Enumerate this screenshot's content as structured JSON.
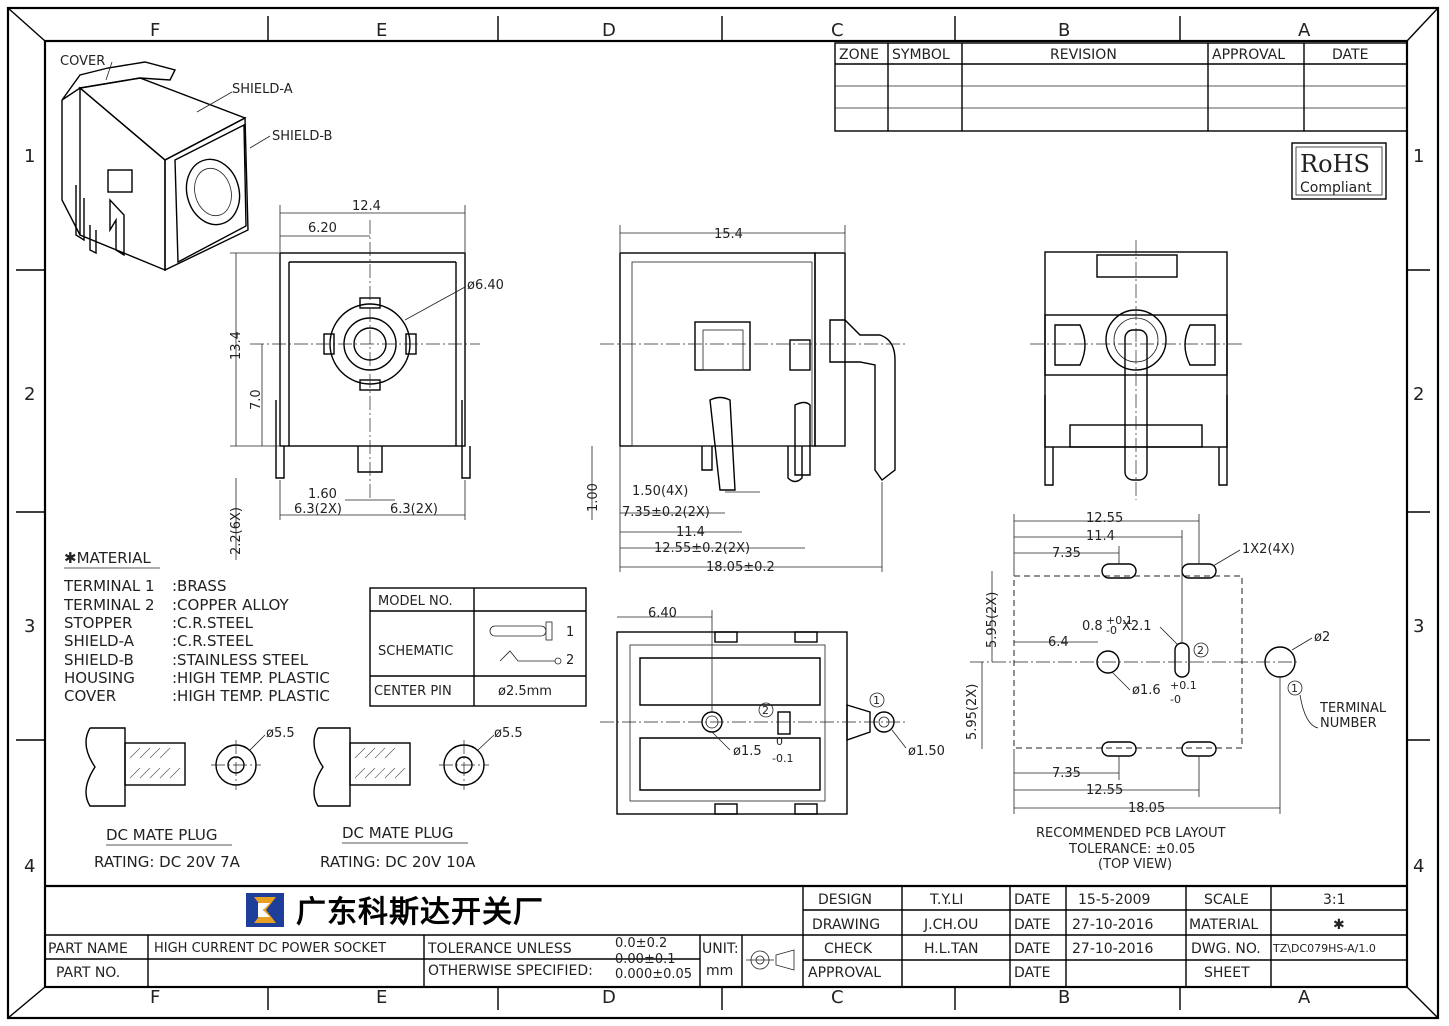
{
  "zones": {
    "cols": [
      "F",
      "E",
      "D",
      "C",
      "B",
      "A"
    ],
    "rows": [
      "1",
      "2",
      "3",
      "4"
    ]
  },
  "revision_table": {
    "headers": [
      "ZONE",
      "SYMBOL",
      "REVISION",
      "APPROVAL",
      "DATE"
    ]
  },
  "rohs": {
    "line1": "RoHS",
    "line2": "Compliant"
  },
  "iso_labels": {
    "cover": "COVER",
    "shield_a": "SHIELD-A",
    "shield_b": "SHIELD-B"
  },
  "front_view": {
    "w": "12.4",
    "half": "6.20",
    "dia": "ø6.40",
    "h": "13.4",
    "mid": "7.0",
    "pin": "1.60",
    "p_left": "6.3(2X)",
    "p_right": "6.3(2X)",
    "pin_len": "2.2(6X)"
  },
  "side_view": {
    "len": "15.4",
    "d100": "1.00",
    "d150": "1.50(4X)",
    "d735": "7.35±0.2(2X)",
    "d114": "11.4",
    "d1255": "12.55±0.2(2X)",
    "d1805": "18.05±0.2"
  },
  "material": {
    "title": "✱MATERIAL",
    "items": [
      {
        "part": "TERMINAL 1",
        "mat": ":BRASS"
      },
      {
        "part": "TERMINAL 2",
        "mat": ":COPPER ALLOY"
      },
      {
        "part": "STOPPER",
        "mat": ":C.R.STEEL"
      },
      {
        "part": "SHIELD-A",
        "mat": ":C.R.STEEL"
      },
      {
        "part": "SHIELD-B",
        "mat": ":STAINLESS STEEL"
      },
      {
        "part": "HOUSING",
        "mat": ":HIGH TEMP. PLASTIC"
      },
      {
        "part": "COVER",
        "mat": ":HIGH TEMP. PLASTIC"
      }
    ]
  },
  "model_table": {
    "model": "MODEL NO.",
    "schematic": "SCHEMATIC",
    "center_pin": "CENTER PIN",
    "center_val": "ø2.5mm",
    "pin1": "1",
    "pin2": "2"
  },
  "plugs": [
    {
      "dia": "ø5.5",
      "title": "DC MATE PLUG",
      "rating": "RATING: DC 20V 7A"
    },
    {
      "dia": "ø5.5",
      "title": "DC MATE PLUG",
      "rating": "RATING: DC 20V 10A"
    }
  ],
  "bottom_view": {
    "d640": "6.40",
    "d15": "ø1.5",
    "d15_tol_up": "0",
    "d15_tol_dn": "-0.1",
    "d150": "ø1.50",
    "n1": "1",
    "n2": "2"
  },
  "pcb": {
    "d1255": "12.55",
    "d114": "11.4",
    "d735": "7.35",
    "slot": "1X2(4X)",
    "v595a": "5.95(2X)",
    "v595b": "5.95(2X)",
    "d08": "0.8",
    "d08_up": "+0.1",
    "d08_dn": "-0",
    "d08_x": "X2.1",
    "d64": "6.4",
    "d16": "ø1.6",
    "d16_up": "+0.1",
    "d16_dn": "-0",
    "d2": "ø2",
    "b735": "7.35",
    "b1255": "12.55",
    "b1805": "18.05",
    "n1": "1",
    "n2": "2",
    "terminal": "TERMINAL",
    "number": "NUMBER",
    "cap1": "RECOMMENDED PCB LAYOUT",
    "cap2": "TOLERANCE: ±0.05",
    "cap3": "(TOP VIEW)"
  },
  "title_block": {
    "company": "广东科斯达开关厂",
    "design": "DESIGN",
    "design_by": "T.Y.LI",
    "design_date_l": "DATE",
    "design_date": "15-5-2009",
    "scale_l": "SCALE",
    "scale": "3:1",
    "drawing": "DRAWING",
    "drawing_by": "J.CH.OU",
    "drawing_date_l": "DATE",
    "drawing_date": "27-10-2016",
    "material_l": "MATERIAL",
    "material": "✱",
    "check": "CHECK",
    "check_by": "H.L.TAN",
    "check_date_l": "DATE",
    "check_date": "27-10-2016",
    "dwg_l": "DWG. NO.",
    "dwg": "TZ\\DC079HS-A/1.0",
    "approval": "APPROVAL",
    "approval_date_l": "DATE",
    "sheet_l": "SHEET",
    "part_name_l": "PART NAME",
    "part_name": "HIGH CURRENT DC POWER SOCKET",
    "part_no_l": "PART NO.",
    "tol1": "TOLERANCE UNLESS",
    "tol2": "OTHERWISE SPECIFIED:",
    "tv1": "0.0±0.2",
    "tv2": "0.00±0.1",
    "tv3": "0.000±0.05",
    "unit_l": "UNIT:",
    "unit": "mm"
  }
}
